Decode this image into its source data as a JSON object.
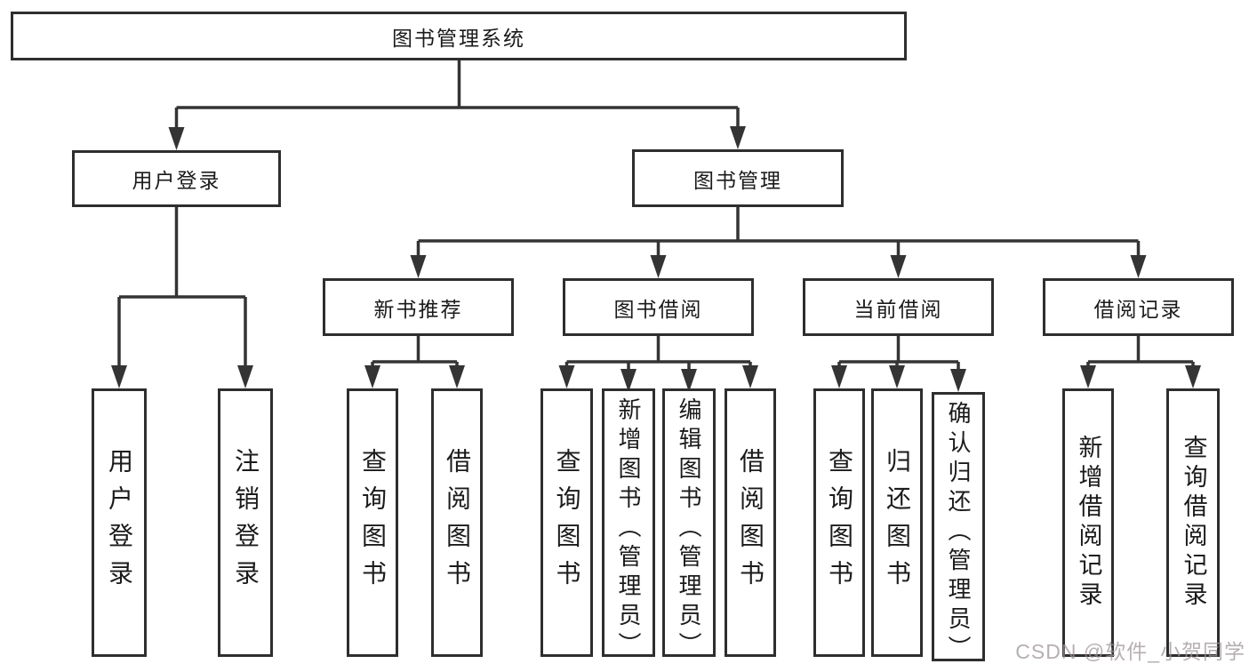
{
  "diagram": {
    "title": "图书管理系统",
    "root": {
      "label": "图书管理系统"
    },
    "level2": [
      {
        "label": "用户登录"
      },
      {
        "label": "图书管理"
      }
    ],
    "level3": [
      {
        "label": "新书推荐"
      },
      {
        "label": "图书借阅"
      },
      {
        "label": "当前借阅"
      },
      {
        "label": "借阅记录"
      }
    ],
    "leaves": {
      "user_login": [
        {
          "label": "用户登录"
        },
        {
          "label": "注销登录"
        }
      ],
      "new_book": [
        {
          "label": "查询图书"
        },
        {
          "label": "借阅图书"
        }
      ],
      "book_borrow": [
        {
          "label": "查询图书"
        },
        {
          "label": "新增图书（管理员）"
        },
        {
          "label": "编辑图书（管理员）"
        },
        {
          "label": "借阅图书"
        }
      ],
      "current_borrow": [
        {
          "label": "查询图书"
        },
        {
          "label": "归还图书"
        },
        {
          "label": "确认归还（管理员）"
        }
      ],
      "borrow_record": [
        {
          "label": "新增借阅记录"
        },
        {
          "label": "查询借阅记录"
        }
      ]
    }
  },
  "watermark": {
    "text": "CSDN @软件_小贺同学"
  },
  "colors": {
    "line": "#343434",
    "box_border": "#2e2e2e",
    "text": "#1b1b1b",
    "background": "#ffffff",
    "watermark": "#bdb5b7"
  }
}
